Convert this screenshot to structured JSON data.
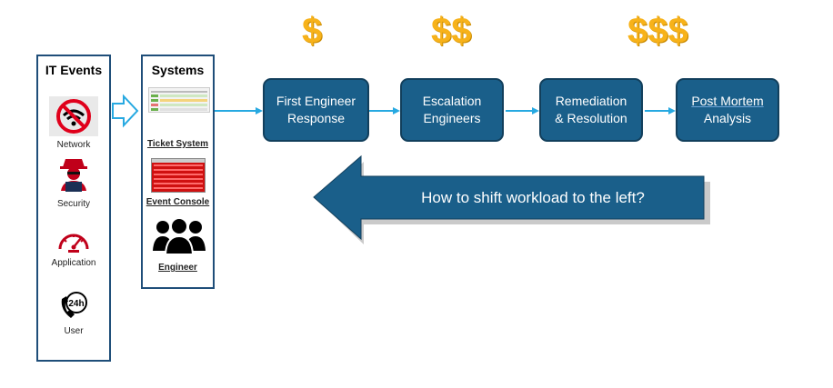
{
  "it_events": {
    "title": "IT Events",
    "items": [
      {
        "label": "Network",
        "icon": "no-wifi-icon"
      },
      {
        "label": "Security",
        "icon": "hacker-icon"
      },
      {
        "label": "Application",
        "icon": "speedometer-icon"
      },
      {
        "label": "User",
        "icon": "phone-24h-icon"
      }
    ]
  },
  "systems": {
    "title": "Systems",
    "items": [
      {
        "label": "Ticket System",
        "icon": "ticket-system-screenshot"
      },
      {
        "label": "Event Console",
        "icon": "event-console-screenshot"
      },
      {
        "label": "Engineer",
        "icon": "people-group-icon"
      }
    ]
  },
  "steps": [
    {
      "line1": "First Engineer",
      "line2": "Response",
      "cost": "$"
    },
    {
      "line1": "Escalation",
      "line2": "Engineers",
      "cost": "$$"
    },
    {
      "line1": "Remediation",
      "line2": "& Resolution",
      "cost": "$$$"
    },
    {
      "line1": "Post Mortem",
      "line2": "Analysis"
    }
  ],
  "shift_arrow": {
    "text": "How to shift workload to the left?"
  },
  "colors": {
    "step_fill": "#1a5f8a",
    "panel_border": "#1f4e79",
    "connector": "#27a9e1",
    "dollar": "#f7b21a",
    "big_arrow": "#1a5f8a"
  }
}
